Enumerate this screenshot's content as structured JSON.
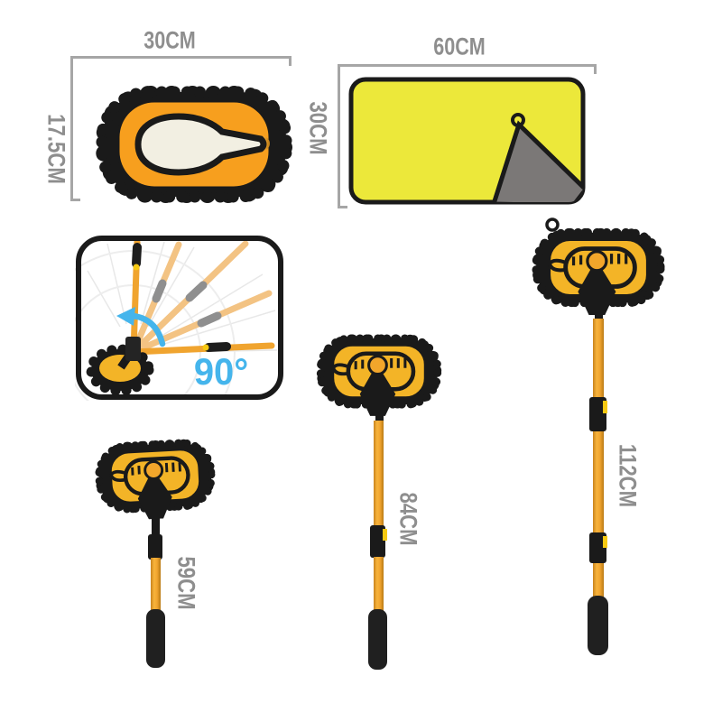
{
  "annotations": {
    "mop_head_top": {
      "width_label": "30CM",
      "height_label": "17.5CM"
    },
    "towel": {
      "width_label": "60CM",
      "height_label": "30CM"
    },
    "rotation_inset": {
      "angle_label": "90°"
    },
    "mops": [
      {
        "id": "short",
        "length_label": "59CM"
      },
      {
        "id": "medium",
        "length_label": "84CM"
      },
      {
        "id": "long",
        "length_label": "112CM"
      }
    ]
  },
  "colors": {
    "label_gray": "#8e8e8e",
    "line_gray": "#a6a6a6",
    "angle_blue": "#45b5ec",
    "pad_orange": "#f79f1e",
    "pad_yellow": "#f3b427",
    "knob_orange": "#f2a62b",
    "inner_pad_white": "#f2efe2",
    "towel_yellow": "#ece83a",
    "towel_underside_gray": "#7b7877",
    "pole_orange": "#f0a42f",
    "pole_faded": "#f3c383",
    "clip_yellow": "#f6c912",
    "ink_black": "#1a1a1a",
    "grip_black": "#202020"
  }
}
